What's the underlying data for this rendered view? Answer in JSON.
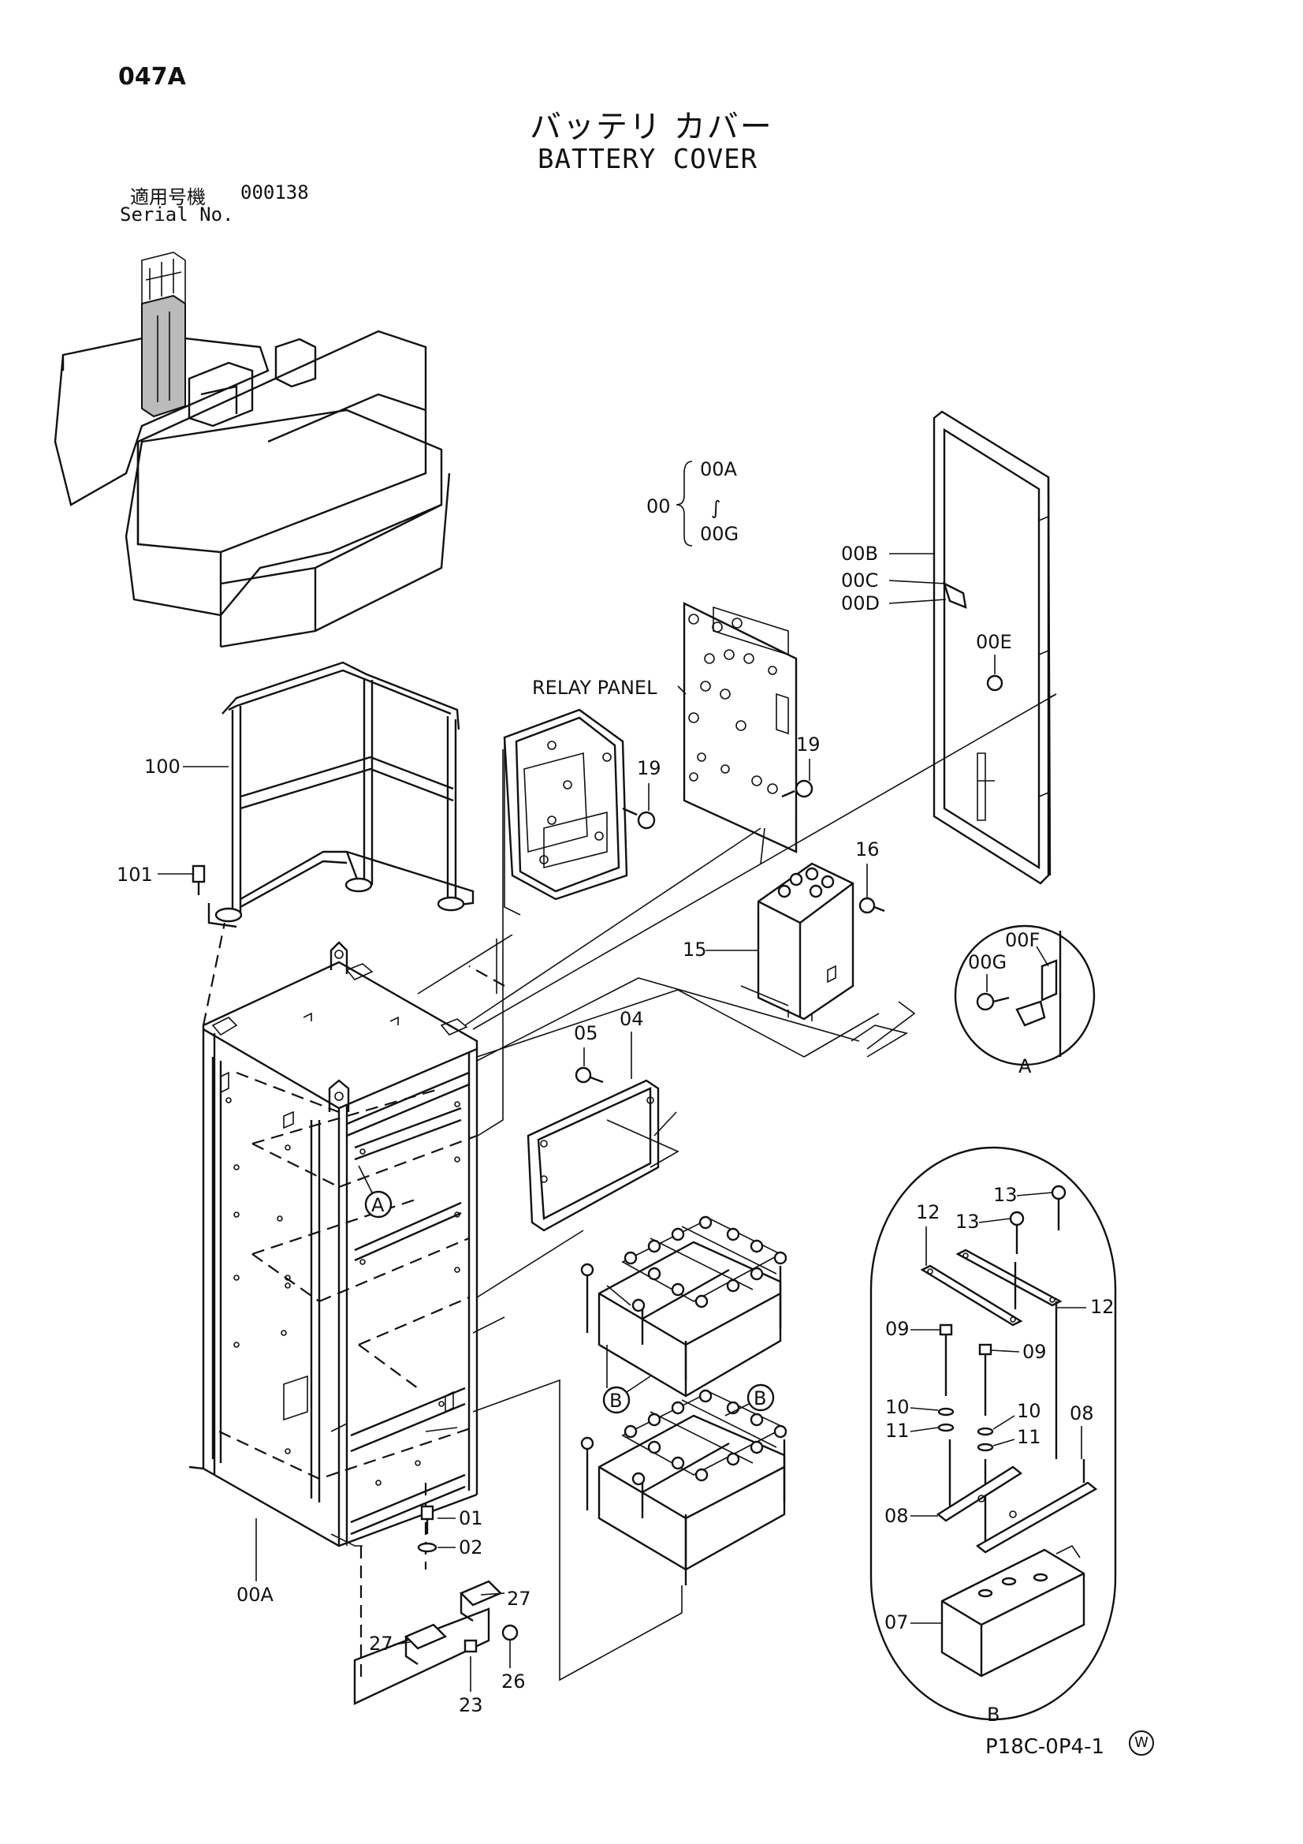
{
  "header": {
    "page_code": "047A",
    "title_jp": "バッテリ カバー",
    "title_en": "BATTERY COVER",
    "serial_label_jp": "適用号機",
    "serial_number": "000138",
    "serial_label_en": "Serial No."
  },
  "footer": {
    "drawing_code": "P18C-0P4-1",
    "mark": "W"
  },
  "callouts": {
    "c00": "00",
    "c00A_top": "00A",
    "c00G_top": "00G",
    "tilde": "∫",
    "c00B": "00B",
    "c00C": "00C",
    "c00D": "00D",
    "c00E": "00E",
    "relay_panel": "RELAY PANEL",
    "c19a": "19",
    "c19b": "19",
    "c100": "100",
    "c101": "101",
    "c16": "16",
    "c15": "15",
    "c00F": "00F",
    "c00G": "00G",
    "viewA": "A",
    "c05": "05",
    "c04": "04",
    "markA": "A",
    "c13a": "13",
    "c13b": "13",
    "c12a": "12",
    "c12b": "12",
    "c09a": "09",
    "c09b": "09",
    "c10a": "10",
    "c10b": "10",
    "c11a": "11",
    "c11b": "11",
    "c08a": "08",
    "c08b": "08",
    "c07": "07",
    "viewB": "B",
    "markB1": "B",
    "markB2": "B",
    "c01": "01",
    "c02": "02",
    "c00A": "00A",
    "c27a": "27",
    "c27b": "27",
    "c23": "23",
    "c26": "26"
  }
}
